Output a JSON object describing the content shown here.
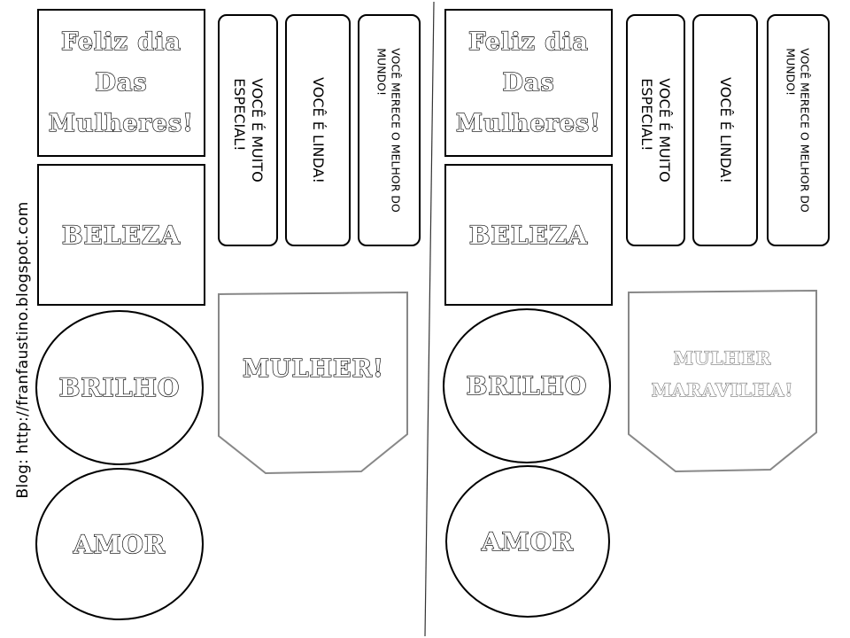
{
  "left": {
    "greeting_lines": [
      "Feliz dia",
      "Das",
      "Mulheres!"
    ],
    "square_word": "BELEZA",
    "circle1_word": "BRILHO",
    "circle2_word": "AMOR",
    "tag1_lines": [
      "VOCÊ É MUITO",
      "ESPECIAL!"
    ],
    "tag2_lines": [
      "VOCÊ É LINDA!"
    ],
    "tag3_lines": [
      "VOCÊ MERECE O MELHOR DO",
      "MUNDO!"
    ],
    "shield_lines": [
      "MULHER!"
    ]
  },
  "right": {
    "greeting_lines": [
      "Feliz dia",
      "Das",
      "Mulheres!"
    ],
    "square_word": "BELEZA",
    "circle1_word": "BRILHO",
    "circle2_word": "AMOR",
    "tag1_lines": [
      "VOCÊ É MUITO",
      "ESPECIAL!"
    ],
    "tag2_lines": [
      "VOCÊ É LINDA!"
    ],
    "tag3_lines": [
      "VOCÊ MERECE O MELHOR DO",
      "MUNDO!"
    ],
    "shield_lines": [
      "MULHER",
      "MARAVILHA!"
    ]
  },
  "blog_text": "Blog: http://franfaustino.blogspot.com",
  "colors": {
    "outline": "#000000",
    "shield_outline": "#888888",
    "divider": "#333333"
  }
}
